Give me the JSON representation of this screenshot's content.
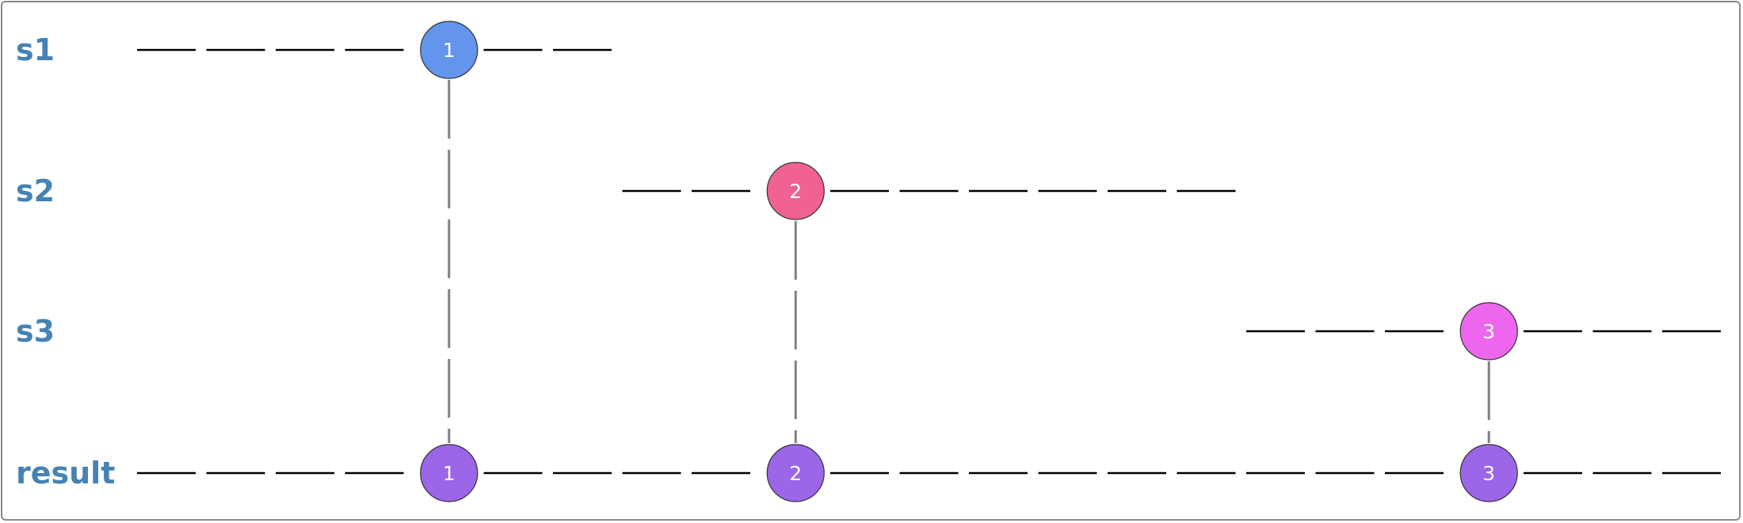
{
  "colors": {
    "label": "#4682b4",
    "timeline": "#000000",
    "connector": "#808080",
    "frame": "#8a8a8a"
  },
  "rows": [
    {
      "id": "s1",
      "label": "s1"
    },
    {
      "id": "s2",
      "label": "s2"
    },
    {
      "id": "s3",
      "label": "s3"
    },
    {
      "id": "result",
      "label": "result"
    }
  ],
  "timelines": [
    {
      "row": "s1",
      "start": 0,
      "end": 7
    },
    {
      "row": "s2",
      "start": 7,
      "end": 16
    },
    {
      "row": "s3",
      "start": 16,
      "end": 23
    },
    {
      "row": "result",
      "start": 0,
      "end": 23
    }
  ],
  "marbles": [
    {
      "row": "s1",
      "t": 4.5,
      "value": "1",
      "color": "#6495ed"
    },
    {
      "row": "s2",
      "t": 9.5,
      "value": "2",
      "color": "#f06292"
    },
    {
      "row": "s3",
      "t": 19.5,
      "value": "3",
      "color": "#ee66ee"
    },
    {
      "row": "result",
      "t": 4.5,
      "value": "1",
      "color": "#9b66e8"
    },
    {
      "row": "result",
      "t": 9.5,
      "value": "2",
      "color": "#9b66e8"
    },
    {
      "row": "result",
      "t": 19.5,
      "value": "3",
      "color": "#9b66e8"
    }
  ],
  "connections": [
    {
      "from_row": "s1",
      "to_row": "result",
      "t": 4.5
    },
    {
      "from_row": "s2",
      "to_row": "result",
      "t": 9.5
    },
    {
      "from_row": "s3",
      "to_row": "result",
      "t": 19.5
    }
  ]
}
